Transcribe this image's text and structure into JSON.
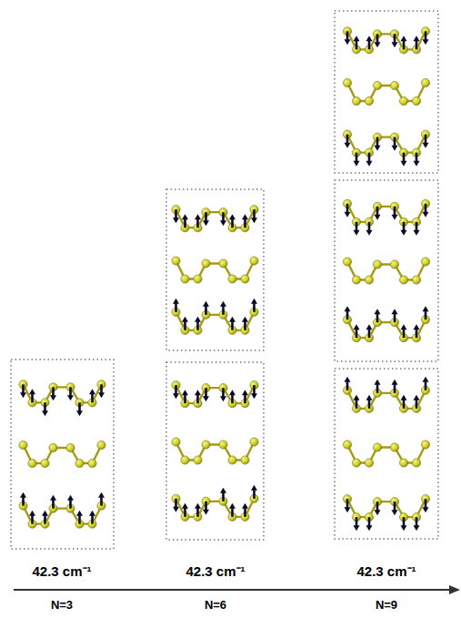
{
  "diagram": {
    "labels": [
      "42.3 cm⁻¹",
      "42.3 cm⁻¹",
      "42.3 cm⁻¹",
      "N=3",
      "N=6",
      "N=9"
    ]
  }
}
